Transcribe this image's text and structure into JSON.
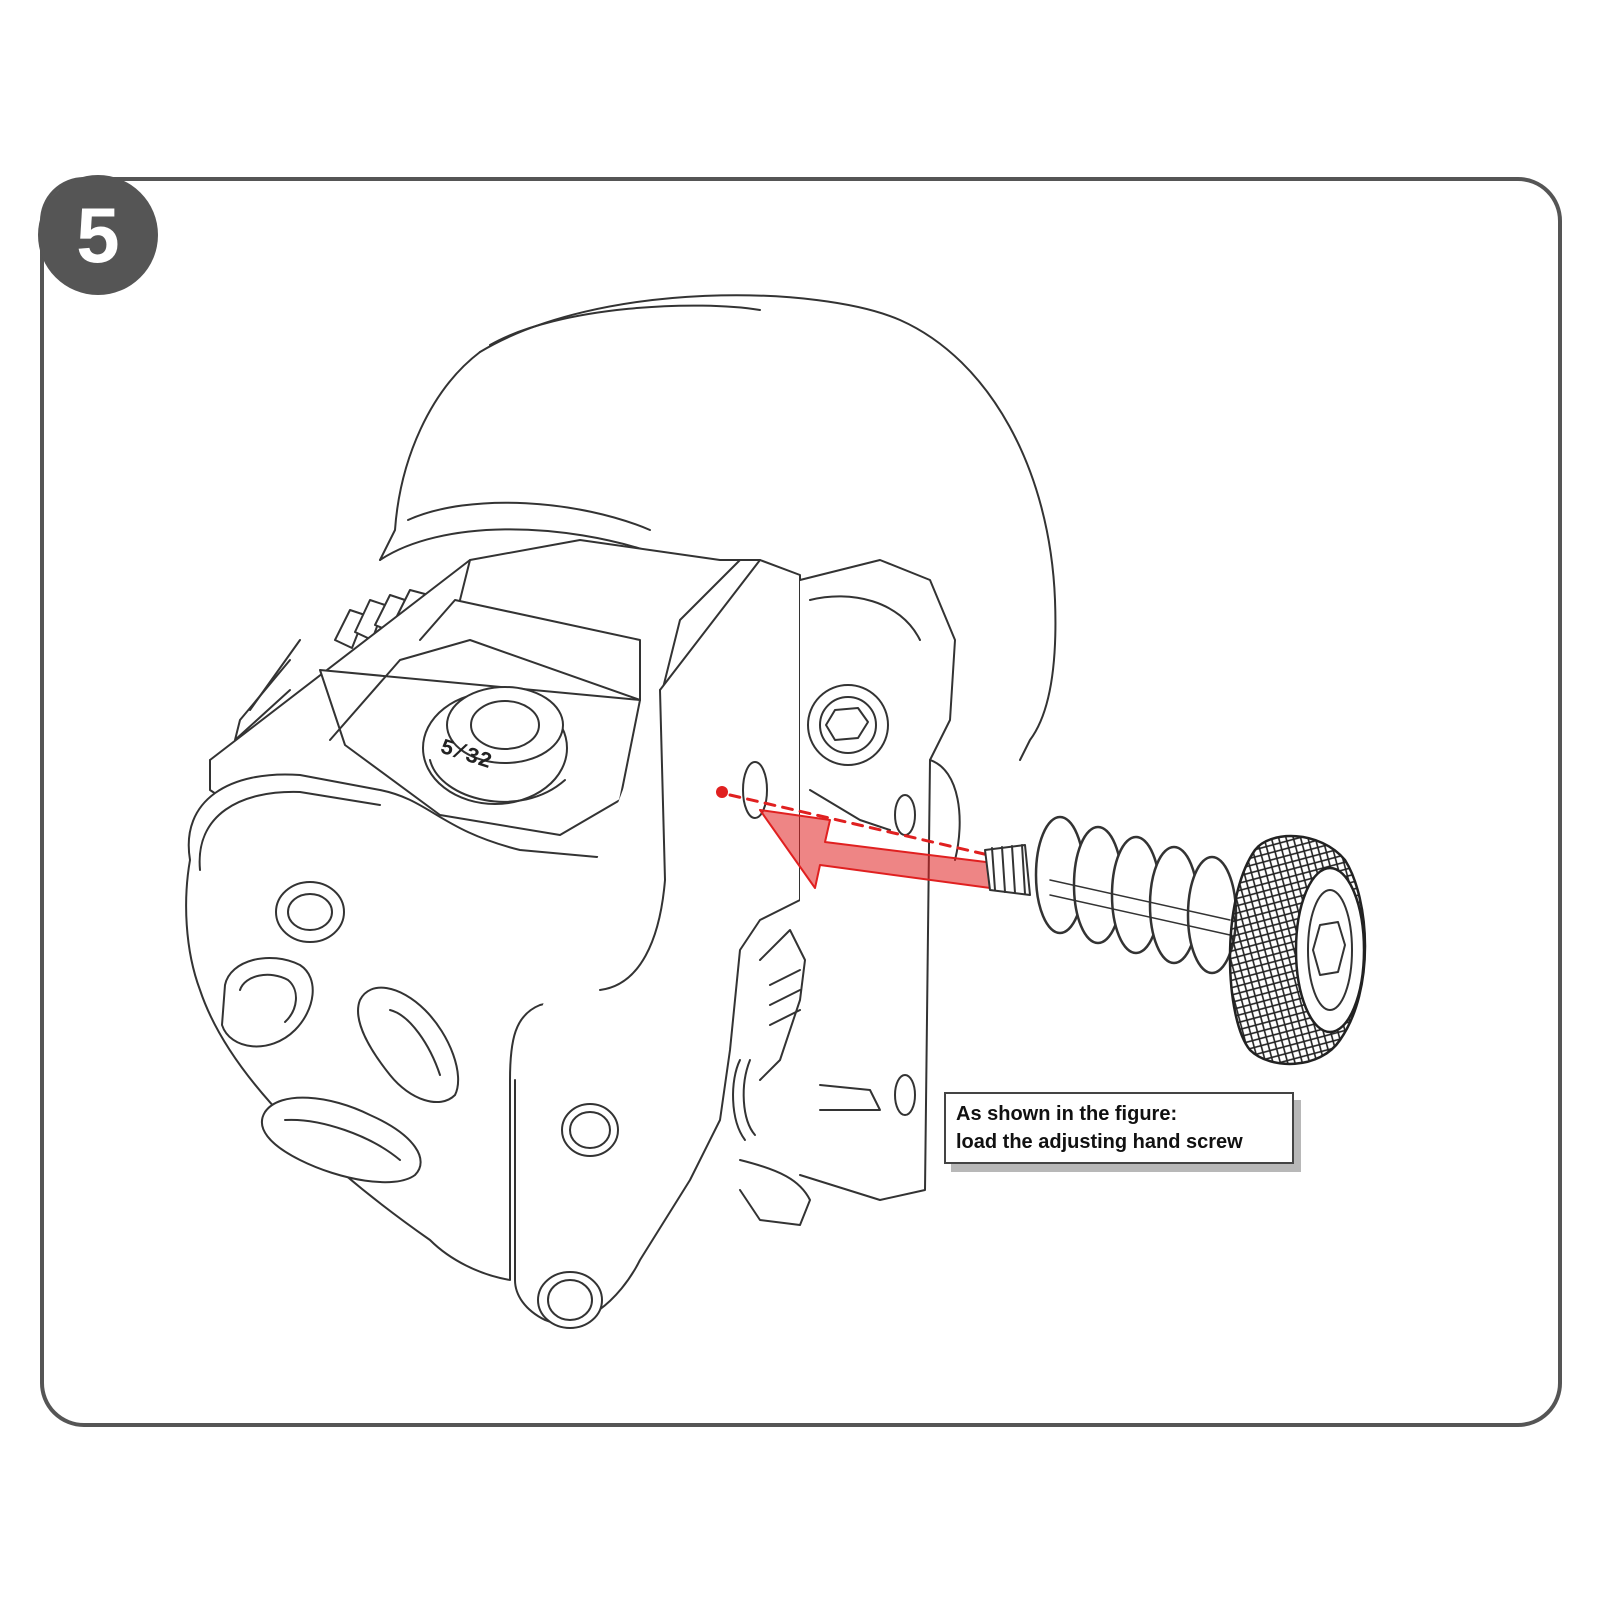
{
  "step": {
    "number": "5"
  },
  "callout": {
    "line1": "As shown in the figure:",
    "line2": "load the adjusting hand screw"
  },
  "rod_marking": "5/32",
  "colors": {
    "frame": "#555555",
    "arrow": "#e02020",
    "line": "#333333"
  },
  "icons": [
    "hex-socket-icon",
    "red-arrow-icon"
  ]
}
